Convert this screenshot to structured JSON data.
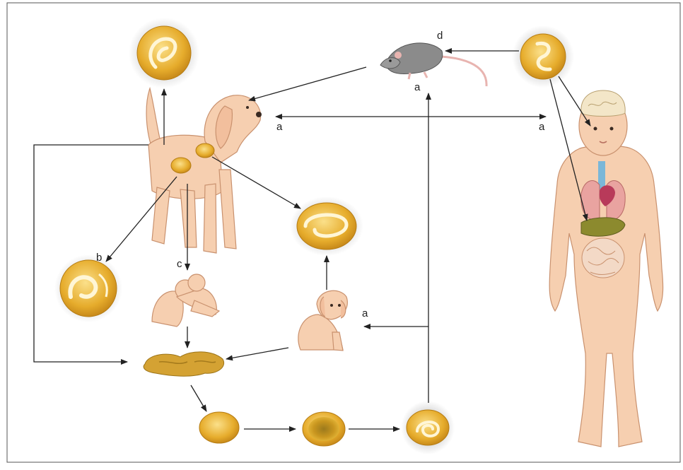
{
  "labels": {
    "a_rat": "a",
    "a_dog_right": "a",
    "a_child_left": "a",
    "a_puppy": "a",
    "b": "b",
    "c": "c",
    "d": "d"
  },
  "colors": {
    "egg_gold": "#e2a92a",
    "egg_light": "#f7d768",
    "skin": "#f6cfb0",
    "skin_line": "#c9916e",
    "rat_gray": "#8b8b8b",
    "arrow": "#222222",
    "feces": "#d4a233",
    "brain": "#f3e6c8",
    "lung": "#e9a3a0",
    "liver": "#8c8a2e",
    "heart": "#b83a5a",
    "trachea": "#7bb7d8"
  },
  "icons": [
    "worm-cyst-icon",
    "embryonated-egg-icon",
    "larva-egg-icon",
    "dog-figure",
    "rat-figure",
    "child-figure",
    "puppies-figure",
    "puppy-figure",
    "feces-icon"
  ]
}
